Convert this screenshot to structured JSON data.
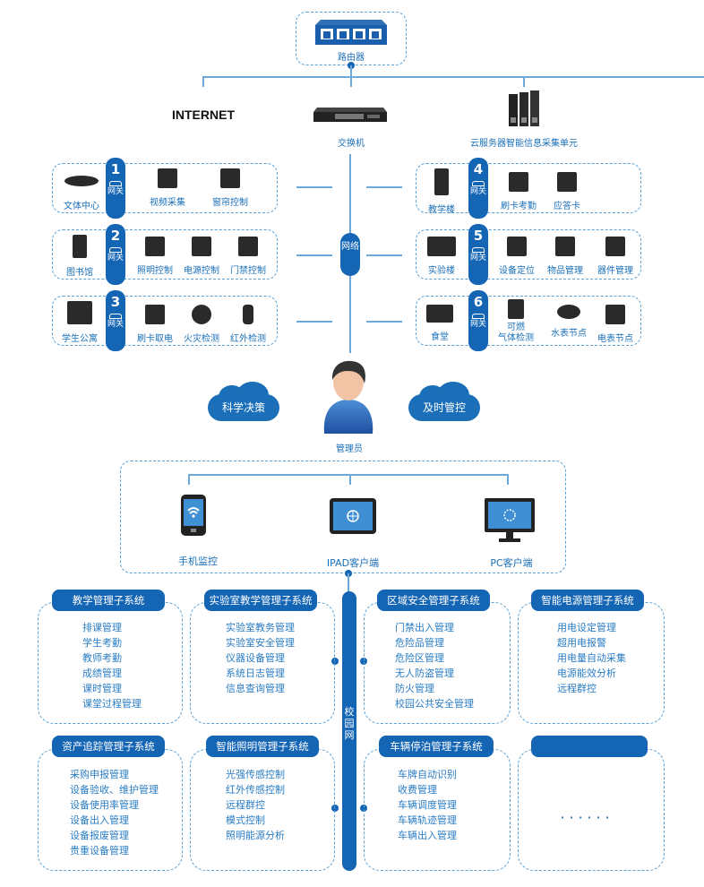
{
  "top": {
    "router_label": "路由器",
    "internet_label": "INTERNET",
    "switch_label": "交换机",
    "server_label": "云服务器智能信息采集单元"
  },
  "gateway_label": "网关",
  "network_label": "网络",
  "left_rows": [
    {
      "num": "1",
      "building": "文体中心",
      "items": [
        "视频采集",
        "窗帘控制"
      ]
    },
    {
      "num": "2",
      "building": "图书馆",
      "items": [
        "照明控制",
        "电源控制",
        "门禁控制"
      ]
    },
    {
      "num": "3",
      "building": "学生公寓",
      "items": [
        "刷卡取电",
        "火灾检测",
        "红外检测"
      ]
    }
  ],
  "right_rows": [
    {
      "num": "4",
      "building": "教学楼",
      "items": [
        "刷卡考勤",
        "应答卡"
      ]
    },
    {
      "num": "5",
      "building": "实验楼",
      "items": [
        "设备定位",
        "物品管理",
        "器件管理"
      ]
    },
    {
      "num": "6",
      "building": "食堂",
      "items": [
        "可燃气体检测",
        "水表节点",
        "电表节点"
      ]
    }
  ],
  "admin": {
    "left_cloud": "科学决策",
    "right_cloud": "及时管控",
    "label": "管理员"
  },
  "clients": [
    "手机监控",
    "IPAD客户端",
    "PC客户端"
  ],
  "campus_network_label": "校园网",
  "subsystems": [
    {
      "title": "教学管理子系统",
      "items": [
        "排课管理",
        "学生考勤",
        "教师考勤",
        "成绩管理",
        "课时管理",
        "课堂过程管理"
      ]
    },
    {
      "title": "实验室教学管理子系统",
      "items": [
        "实验室教务管理",
        "实验室安全管理",
        "仪器设备管理",
        "系统日志管理",
        "信息查询管理"
      ]
    },
    {
      "title": "区域安全管理子系统",
      "items": [
        "门禁出入管理",
        "危险品管理",
        "危险区管理",
        "无人防盗管理",
        "防火管理",
        "校园公共安全管理"
      ]
    },
    {
      "title": "智能电源管理子系统",
      "items": [
        "用电设定管理",
        "超用电报警",
        "用电量自动采集",
        "电源能效分析",
        "远程群控"
      ]
    },
    {
      "title": "资产追踪管理子系统",
      "items": [
        "采购申报管理",
        "设备验收、维护管理",
        "设备使用率管理",
        "设备出入管理",
        "设备报废管理",
        "贵重设备管理"
      ]
    },
    {
      "title": "智能照明管理子系统",
      "items": [
        "光强传感控制",
        "红外传感控制",
        "远程群控",
        "模式控制",
        "照明能源分析"
      ]
    },
    {
      "title": "车辆停泊管理子系统",
      "items": [
        "车牌自动识别",
        "收费管理",
        "车辆调度管理",
        "车辆轨迹管理",
        "车辆出入管理"
      ]
    },
    {
      "title": "",
      "items": [
        "· · · · · ·"
      ]
    }
  ],
  "colors": {
    "primary": "#1565b5",
    "line": "#6fa7d6",
    "text": "#1a6fb8"
  }
}
